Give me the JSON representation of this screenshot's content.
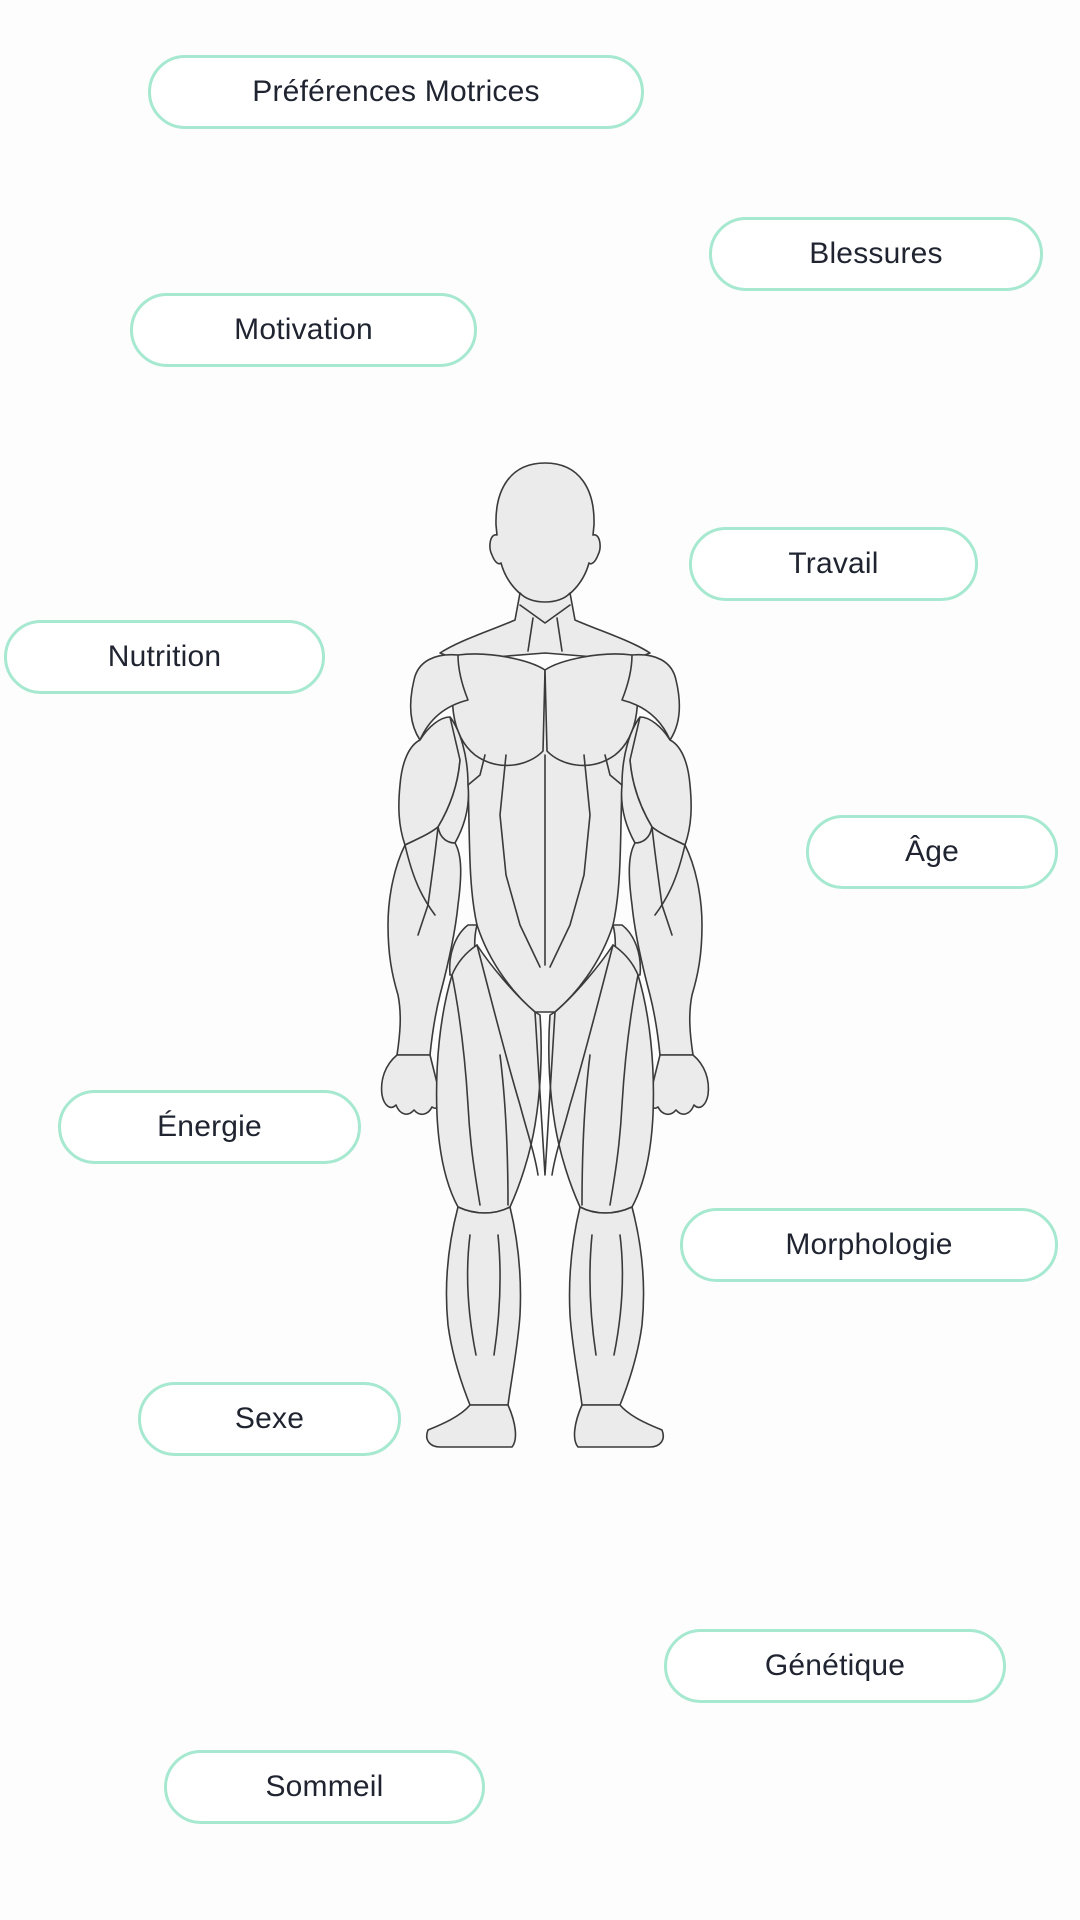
{
  "factors": {
    "preferences_motrices": "Préférences Motrices",
    "blessures": "Blessures",
    "motivation": "Motivation",
    "travail": "Travail",
    "nutrition": "Nutrition",
    "age": "Âge",
    "energie": "Énergie",
    "morphologie": "Morphologie",
    "sexe": "Sexe",
    "genetique": "Génétique",
    "sommeil": "Sommeil"
  },
  "colors": {
    "pill_border": "#a6e8d0",
    "text": "#1f2430",
    "figure_fill": "#ebebeb",
    "figure_stroke": "#3a3a3a"
  },
  "illustration": {
    "icon": "human-muscle-anatomy-icon"
  }
}
